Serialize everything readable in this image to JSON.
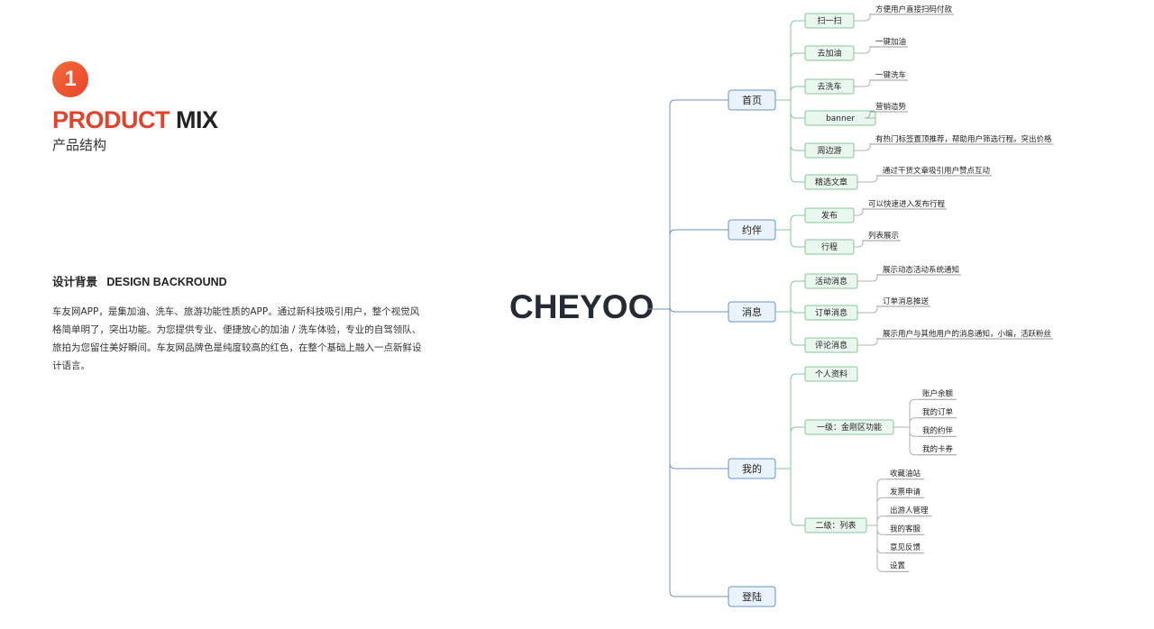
{
  "header": {
    "badge_number": "1",
    "title_part1": "PRODUCT",
    "title_part2": "MIX",
    "subtitle": "产品结构"
  },
  "section": {
    "heading_cn": "设计背景",
    "heading_en": "DESIGN BACKROUND",
    "body": "车友网APP，是集加油、洗车、旅游功能性质的APP。通过新科技吸引用户，整个视觉风格简单明了，突出功能。为您提供专业、便捷放心的加油 / 洗车体验，专业的自驾领队、旅拍为您留住美好瞬间。车友网品牌色是纯度较高的红色，在整个基础上融入一点新鲜设计语言。"
  },
  "mindmap": {
    "root": "CHEYOO",
    "colors": {
      "level1_stroke": "#6c93bb",
      "level1_fill": "#eaf2fb",
      "level2_stroke": "#86c59a",
      "level2_fill": "#eaf7ee",
      "brand": "#e0432e"
    },
    "branches": [
      {
        "label": "首页",
        "children": [
          {
            "label": "扫一扫",
            "note": "方便用户直接扫码付款"
          },
          {
            "label": "去加油",
            "note": "一键加油"
          },
          {
            "label": "去洗车",
            "note": "一键洗车"
          },
          {
            "label": "banner",
            "note": "营销造势"
          },
          {
            "label": "周边游",
            "note": "有热门标签置顶推荐，帮助用户筛选行程。突出价格"
          },
          {
            "label": "精选文章",
            "note": "通过干货文章吸引用户赞点互动"
          }
        ]
      },
      {
        "label": "约伴",
        "children": [
          {
            "label": "发布",
            "note": "可以快速进入发布行程"
          },
          {
            "label": "行程",
            "note": "列表展示"
          }
        ]
      },
      {
        "label": "消息",
        "children": [
          {
            "label": "活动消息",
            "note": "展示动态活动系统通知"
          },
          {
            "label": "订单消息",
            "note": "订单消息推送"
          },
          {
            "label": "评论消息",
            "note": "展示用户与其他用户的消息通知，小编，活跃粉丝"
          }
        ]
      },
      {
        "label": "我的",
        "children": [
          {
            "label": "个人资料"
          },
          {
            "label": "一级：金刚区功能",
            "items": [
              "账户余额",
              "我的订单",
              "我的约伴",
              "我的卡券"
            ]
          },
          {
            "label": "二级：列表",
            "items": [
              "收藏油站",
              "发票申请",
              "出游人管理",
              "我的客服",
              "意见反馈",
              "设置"
            ]
          }
        ]
      },
      {
        "label": "登陆",
        "children": []
      }
    ]
  }
}
